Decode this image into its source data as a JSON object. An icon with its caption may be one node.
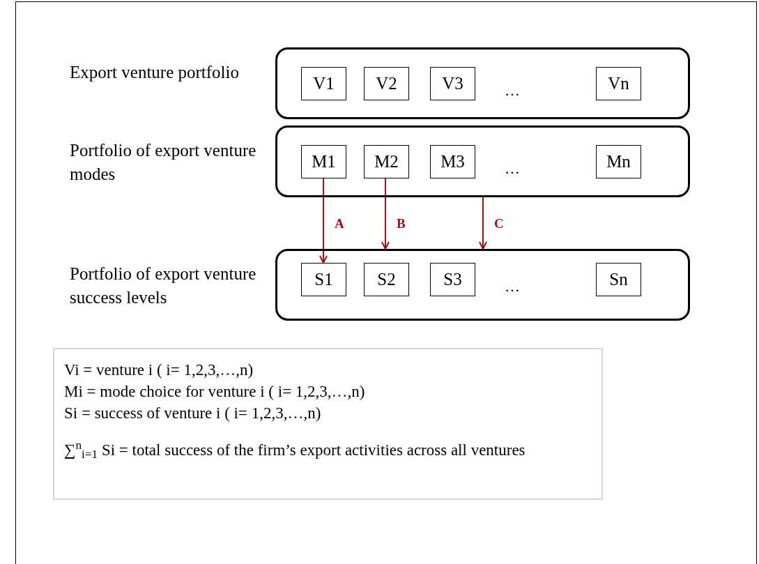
{
  "diagram": {
    "nodes": [
      {
        "text": [
          "Export venture portfolio"
        ]
      },
      {
        "text": [
          "V1"
        ],
        "in": 0
      },
      {
        "text": [
          "V2"
        ],
        "in": 0
      },
      {
        "text": [
          "V3"
        ],
        "in": 0
      },
      {
        "text": [
          "Vn"
        ],
        "in": 0
      },
      {
        "text": [
          "Portfolio of export venture modes"
        ]
      },
      {
        "text": [
          "M1"
        ],
        "in": 5
      },
      {
        "text": [
          "M2"
        ],
        "in": 5
      },
      {
        "text": [
          "M3"
        ],
        "in": 5
      },
      {
        "text": [
          "Mn"
        ],
        "in": 5
      },
      {
        "text": [
          "Portfolio of export venture success levels"
        ]
      },
      {
        "text": [
          "S1"
        ],
        "in": 10
      },
      {
        "text": [
          "S2"
        ],
        "in": 10
      },
      {
        "text": [
          "S3"
        ],
        "in": 10
      },
      {
        "text": [
          "Sn"
        ],
        "in": 10
      },
      {
        "text": [
          "Vi  = venture i ( i= 1,2,3,…,n)",
          "Mi = mode choice for venture i ( i= 1,2,3,…,n)",
          "Si  = success of venture i ( i= 1,2,3,…,n)",
          "∑$^{n}$$_{i=1}$ Si = total success of the firm’s export activities across all ventures"
        ]
      }
    ],
    "edges": [
      {
        "from": 6,
        "to": 11,
        "arrow": "to",
        "label": "A",
        "color": "#a50f0f"
      },
      {
        "from": 7,
        "to": 10,
        "arrow": "to",
        "label": "B",
        "color": "#a50f0f"
      },
      {
        "from": 5,
        "to": 10,
        "arrow": "to",
        "label": "C",
        "color": "#a50f0f"
      }
    ],
    "labels": [
      "…",
      "…",
      "…"
    ]
  }
}
